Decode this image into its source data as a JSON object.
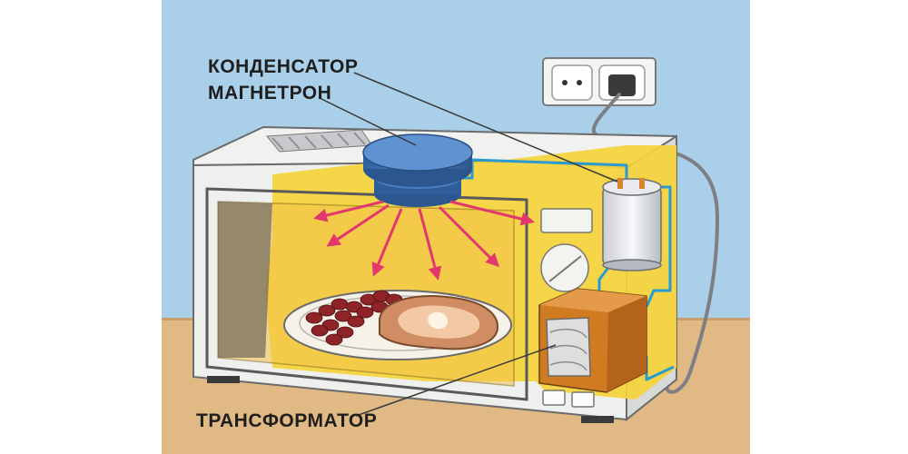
{
  "labels": {
    "capacitor": "КОНДЕНСАТОР",
    "magnetron": "МАГНЕТРОН",
    "transformer": "ТРАНСФОРМАТОР"
  },
  "colors": {
    "sky": "#a9cfe9",
    "table": "#e0b985",
    "microwave_body": "#eef0ee",
    "cavity_yellow": "#f4d43a",
    "magnetron_blue": "#3f74b7",
    "microwave_arrows": "#e2386e",
    "wire_blue": "#2a9bd1",
    "transformer_orange": "#d07a22"
  }
}
